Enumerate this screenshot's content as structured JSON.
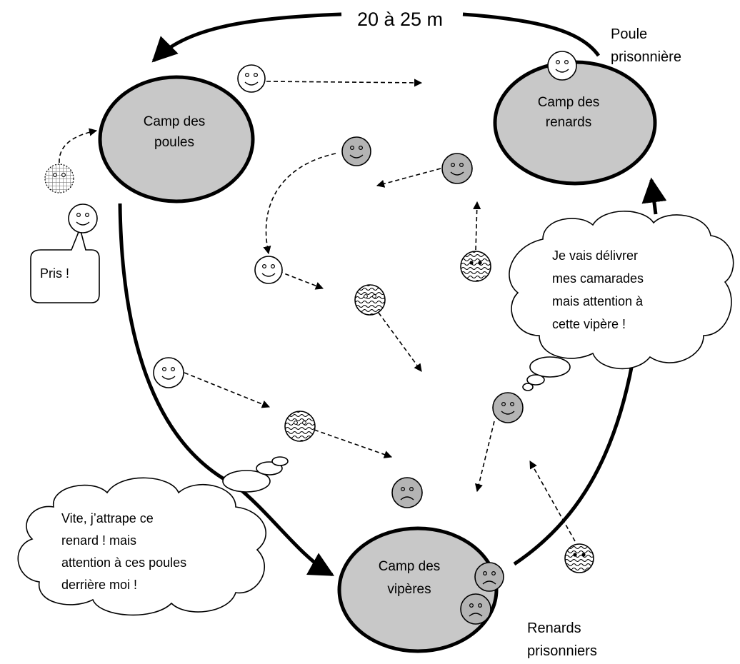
{
  "distance_label": "20 à 25 m",
  "camps": {
    "poules": [
      "Camp des",
      "poules"
    ],
    "renards": [
      "Camp des",
      "renards"
    ],
    "viperes": [
      "Camp des",
      "vipères"
    ]
  },
  "labels": {
    "poule_prisonniere": [
      "Poule",
      "prisonnière"
    ],
    "renards_prisonniers": [
      "Renards",
      "prisonniers"
    ]
  },
  "speech": {
    "pris": "Pris !"
  },
  "thoughts": {
    "renard": [
      "Je vais délivrer",
      "mes camarades",
      "mais attention à",
      "cette vipère !"
    ],
    "vipere": [
      "Vite, j’attrape ce",
      "renard ! mais",
      "attention à ces poules",
      "derrière moi !"
    ]
  },
  "legend_roles": {
    "white_face": "poule",
    "grey_face": "renard",
    "wavy_face": "vipère"
  },
  "colors": {
    "camp_fill": "#c8c8c8",
    "renard_face": "#b4b4b4",
    "poule_face": "#ffffff",
    "line": "#000000"
  }
}
